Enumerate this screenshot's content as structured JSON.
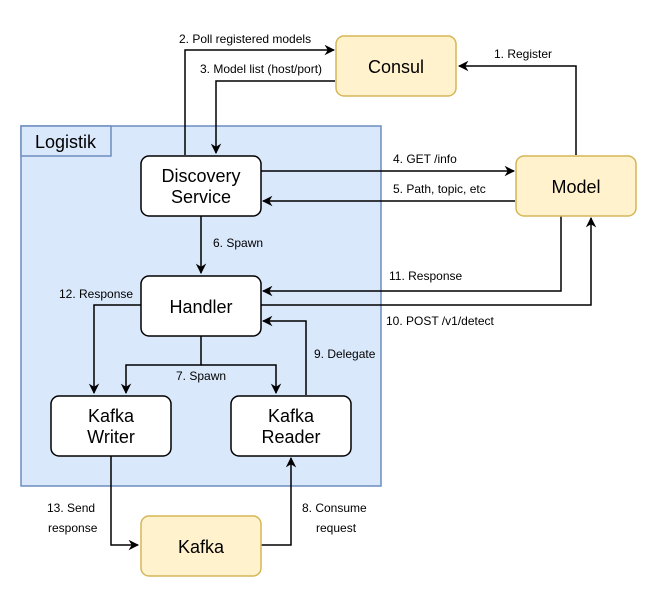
{
  "colors": {
    "group_fill": "#dae8fc",
    "group_stroke": "#6c8ebf",
    "external_fill": "#fff2cc",
    "external_stroke": "#d6b656",
    "internal_fill": "#ffffff",
    "internal_stroke": "#000000"
  },
  "group": {
    "label": "Logistik"
  },
  "nodes": {
    "consul": {
      "label": "Consul"
    },
    "model": {
      "label": "Model"
    },
    "discovery": {
      "line1": "Discovery",
      "line2": "Service"
    },
    "handler": {
      "label": "Handler"
    },
    "kafka_writer": {
      "line1": "Kafka",
      "line2": "Writer"
    },
    "kafka_reader": {
      "line1": "Kafka",
      "line2": "Reader"
    },
    "kafka": {
      "label": "Kafka"
    }
  },
  "edges": {
    "e1": "1. Register",
    "e2": "2. Poll registered models",
    "e3": "3. Model list (host/port)",
    "e4": "4. GET /info",
    "e5": "5. Path, topic, etc",
    "e6": "6. Spawn",
    "e7": "7. Spawn",
    "e8_line1": "8. Consume",
    "e8_line2": "request",
    "e9": "9. Delegate",
    "e10": "10. POST /v1/detect",
    "e11": "11. Response",
    "e12": "12. Response",
    "e13_line1": "13. Send",
    "e13_line2": "response"
  }
}
